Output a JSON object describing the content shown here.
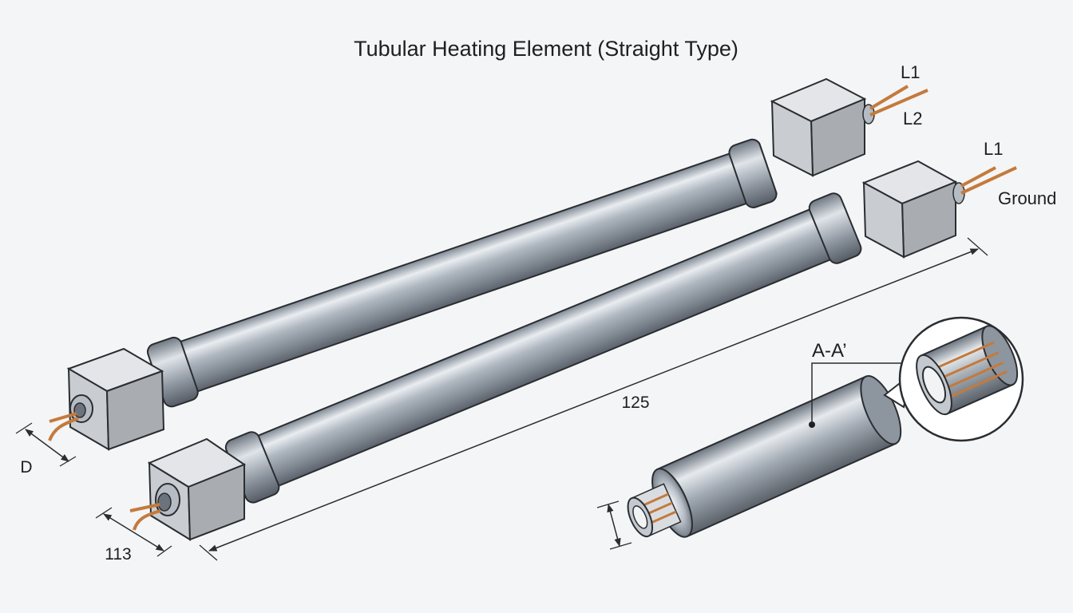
{
  "title": "Tubular Heating Element (Straight Type)",
  "labels": {
    "upper_terminal_top": "L1",
    "upper_terminal_bottom": "L2",
    "lower_terminal_top": "L1",
    "lower_terminal_bottom": "Ground",
    "section": "A-A’",
    "length_dim": "125",
    "diameter_dim": "D",
    "width_dim": "113"
  },
  "colors": {
    "background": "#f4f5f6",
    "tube_metal": "#9aa3ad",
    "block_gray": "#c9ccd0",
    "copper_wire": "#c47a3c",
    "outline": "#2a2d31"
  }
}
